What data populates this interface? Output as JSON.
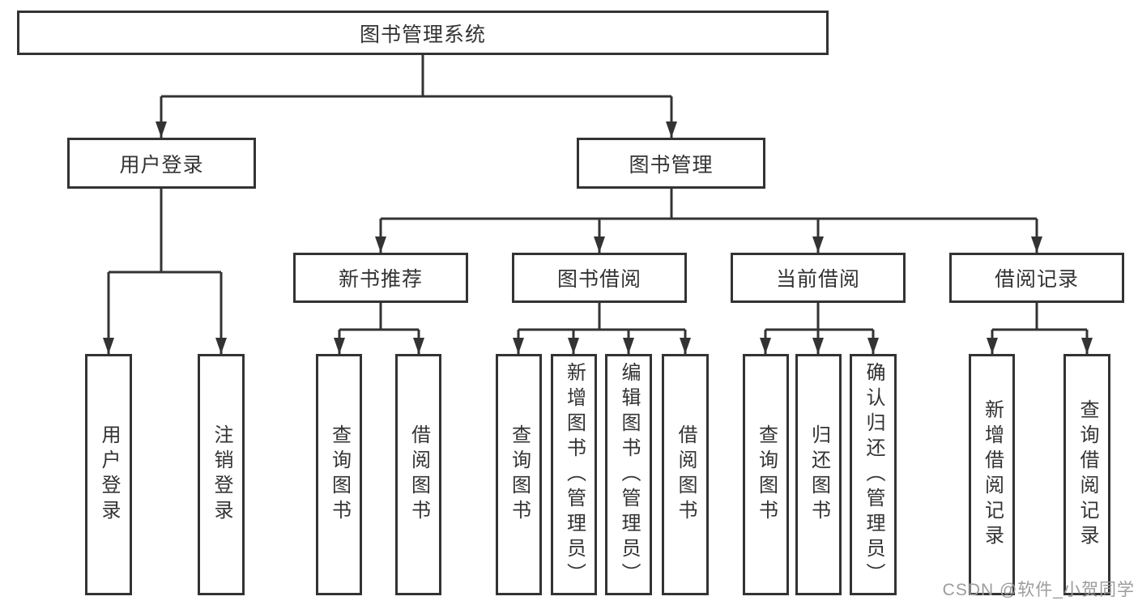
{
  "colors": {
    "line": "#333333",
    "text": "#333333",
    "watermark": "#9c9c9c",
    "background": "#ffffff"
  },
  "watermark": {
    "text": "CSDN @软件_小贺同学"
  },
  "tree": {
    "root": {
      "label": "图书管理系统",
      "children": [
        {
          "label": "用户登录",
          "children": [
            {
              "label": "用户登录"
            },
            {
              "label": "注销登录"
            }
          ]
        },
        {
          "label": "图书管理",
          "children": [
            {
              "label": "新书推荐",
              "children": [
                {
                  "label": "查询图书"
                },
                {
                  "label": "借阅图书"
                }
              ]
            },
            {
              "label": "图书借阅",
              "children": [
                {
                  "label": "查询图书"
                },
                {
                  "label": "新增图书（管理员）"
                },
                {
                  "label": "编辑图书（管理员）"
                },
                {
                  "label": "借阅图书"
                }
              ]
            },
            {
              "label": "当前借阅",
              "children": [
                {
                  "label": "查询图书"
                },
                {
                  "label": "归还图书"
                },
                {
                  "label": "确认归还（管理员）"
                }
              ]
            },
            {
              "label": "借阅记录",
              "children": [
                {
                  "label": "新增借阅记录"
                },
                {
                  "label": "查询借阅记录"
                }
              ]
            }
          ]
        }
      ]
    }
  }
}
